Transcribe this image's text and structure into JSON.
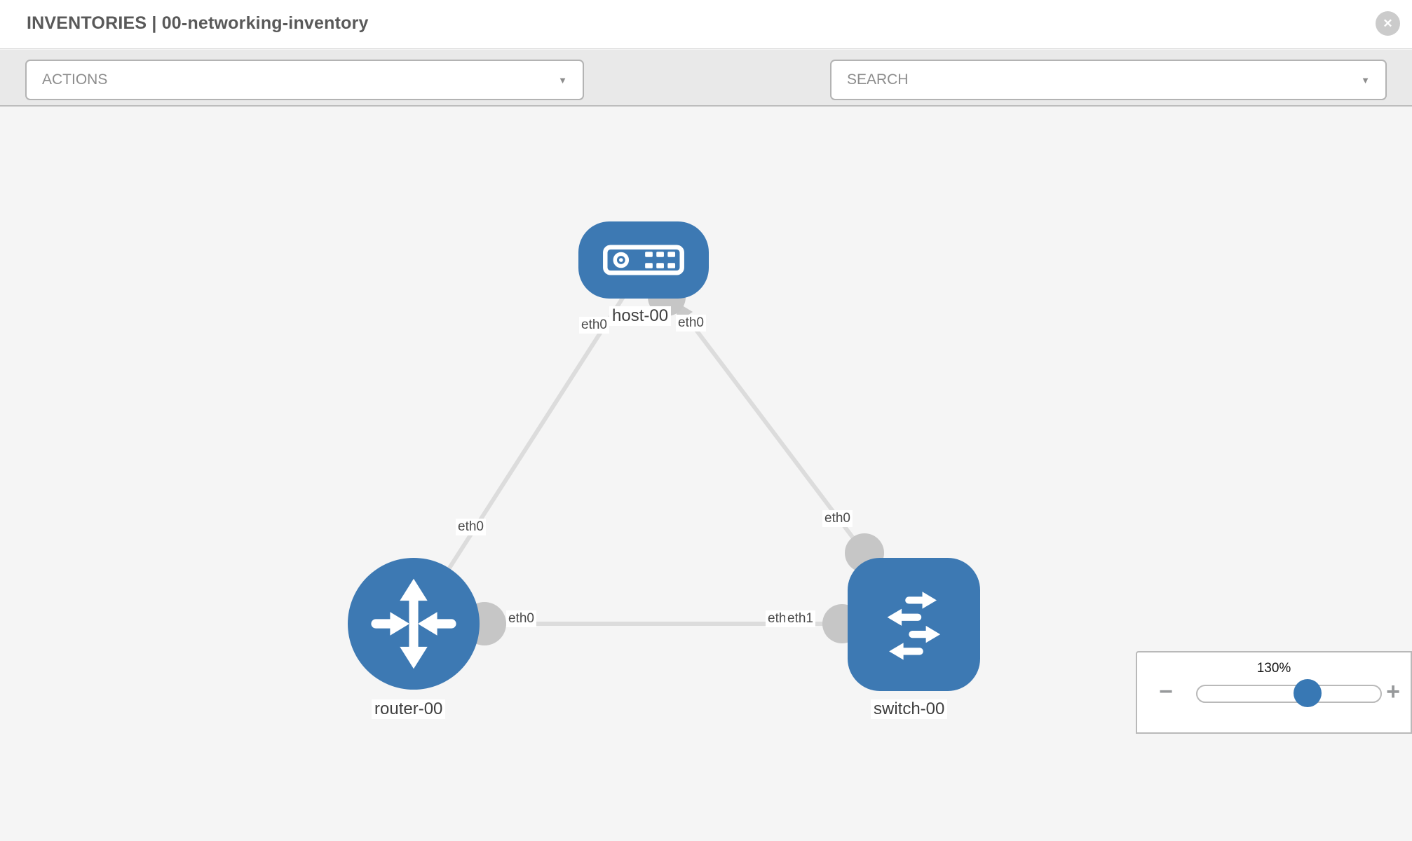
{
  "header": {
    "title": "INVENTORIES | 00-networking-inventory"
  },
  "toolbar": {
    "actions_label": "ACTIONS",
    "search_label": "SEARCH",
    "tools": [
      {
        "icon": "wrench-icon"
      },
      {
        "icon": "key-icon"
      }
    ]
  },
  "icons": {
    "caret": "▼",
    "close": "✕",
    "minus": "−",
    "plus": "+"
  },
  "diagram": {
    "nodes": [
      {
        "id": "host-00",
        "type": "host",
        "label": "host-00"
      },
      {
        "id": "router-00",
        "type": "router",
        "label": "router-00"
      },
      {
        "id": "switch-00",
        "type": "switch",
        "label": "switch-00"
      }
    ],
    "links": [
      {
        "from": "host-00",
        "from_interface": "eth0",
        "to": "router-00",
        "to_interface": "eth0"
      },
      {
        "from": "host-00",
        "from_interface": "eth0",
        "to": "switch-00",
        "to_interface": "eth0"
      },
      {
        "from": "router-00",
        "from_interface": "eth0",
        "to": "switch-00",
        "to_interface": "eth1"
      }
    ],
    "port_labels": [
      {
        "text": "eth0"
      },
      {
        "text": "eth0"
      },
      {
        "text": "eth0"
      },
      {
        "text": "eth0"
      },
      {
        "text": "eth0"
      },
      {
        "text": "eth0"
      },
      {
        "text": "eth1"
      }
    ]
  },
  "zoom_control": {
    "value": "130%"
  }
}
